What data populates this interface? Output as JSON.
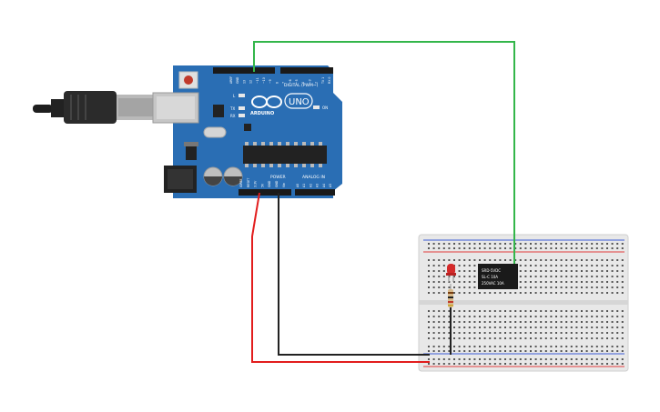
{
  "arduino": {
    "brand": "ARDUINO",
    "model": "UNO",
    "digital_label": "DIGITAL (PWM~)",
    "power_label": "POWER",
    "analog_label": "ANALOG IN",
    "on_label": "ON",
    "led_l": "L",
    "led_tx": "TX",
    "led_rx": "RX",
    "digital_pins": [
      "AREF",
      "GND",
      "13",
      "12",
      "~11",
      "~10",
      "~9",
      "8",
      "7",
      "~6",
      "~5",
      "4",
      "~3",
      "2",
      "TX 1",
      "RX 0"
    ],
    "power_pins": [
      "IOREF",
      "RESET",
      "3.3V",
      "5V",
      "GND",
      "GND",
      "Vin"
    ],
    "analog_pins": [
      "A0",
      "A1",
      "A2",
      "A3",
      "A4",
      "A5"
    ]
  },
  "relay": {
    "line1": "SRD-5VDC",
    "line2": "SL-C 10A",
    "line3": "250VAC 10A"
  },
  "colors": {
    "board": "#2a6eb4",
    "board_dark": "#1f5a95",
    "wire_green": "#33b64a",
    "wire_red": "#e21d1d",
    "wire_black": "#222222",
    "breadboard": "#e8e8e8",
    "rail_red": "#e23b3b",
    "rail_blue": "#3b5bd6",
    "led": "#d42a2a",
    "relay": "#1a1a1a"
  }
}
